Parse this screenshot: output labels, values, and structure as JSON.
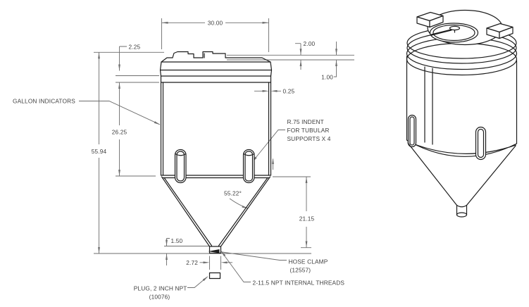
{
  "drawing": {
    "title": "cone-bottom-tank-drawing",
    "dims": {
      "width_top": "30.00",
      "lid_offset": "2.25",
      "lid_step": "2.00",
      "lid_step_small": "1.00",
      "wall_thickness": "0.25",
      "cylinder_height": "26.25",
      "overall_height": "55.94",
      "cone_angle": "55.22°",
      "cone_height": "21.15",
      "outlet_height": "1.50",
      "outlet_width": "2.72"
    },
    "labels": {
      "gallon": "GALLON INDICATORS",
      "indent_line1": "R.75 INDENT",
      "indent_line2": "FOR TUBULAR",
      "indent_line3": "SUPPORTS X 4",
      "hose_line1": "HOSE CLAMP",
      "hose_line2": "(12557)",
      "npt": "2-11.5 NPT INTERNAL THREADS",
      "plug_line1": "PLUG, 2 INCH NPT",
      "plug_line2": "(10076)"
    },
    "colors": {
      "background": "#ffffff",
      "outline": "#1c1c1c",
      "dimension": "#6d6d6d",
      "text": "#3f3f3f"
    }
  }
}
